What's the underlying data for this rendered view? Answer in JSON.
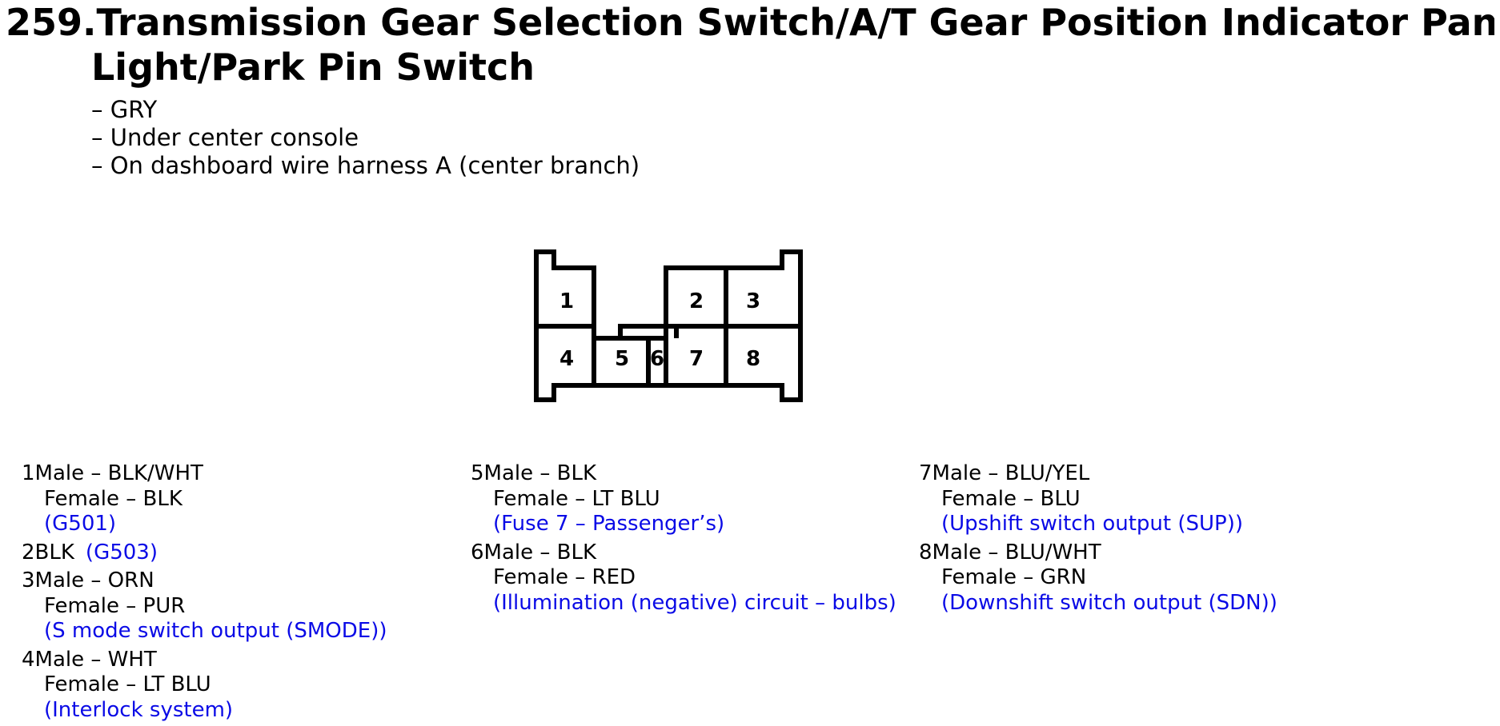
{
  "title": {
    "number": "259.",
    "line1": "Transmission Gear Selection Switch/A/T Gear Position Indicator Panel",
    "line2": "Light/Park Pin Switch"
  },
  "notes": [
    "– GRY",
    "– Under center console",
    "– On dashboard wire harness A (center branch)"
  ],
  "connector": {
    "pin_labels": [
      "1",
      "2",
      "3",
      "4",
      "5",
      "6",
      "7",
      "8"
    ]
  },
  "pins": {
    "p1": {
      "num": "1",
      "male": "Male – BLK/WHT",
      "female": "Female – BLK",
      "circuit": "(G501)"
    },
    "p2": {
      "num": "2",
      "wire": "BLK",
      "circuit": "(G503)"
    },
    "p3": {
      "num": "3",
      "male": "Male – ORN",
      "female": "Female – PUR",
      "circuit": "(S mode switch output (SMODE))"
    },
    "p4": {
      "num": "4",
      "male": "Male – WHT",
      "female": "Female – LT BLU",
      "circuit": "(Interlock system)"
    },
    "p5": {
      "num": "5",
      "male": "Male – BLK",
      "female": "Female – LT BLU",
      "circuit": "(Fuse 7 – Passenger’s)"
    },
    "p6": {
      "num": "6",
      "male": "Male – BLK",
      "female": "Female – RED",
      "circuit": "(Illumination (negative) circuit – bulbs)"
    },
    "p7": {
      "num": "7",
      "male": "Male – BLU/YEL",
      "female": "Female – BLU",
      "circuit": "(Upshift switch output (SUP))"
    },
    "p8": {
      "num": "8",
      "male": "Male – BLU/WHT",
      "female": "Female – GRN",
      "circuit": "(Downshift switch output (SDN))"
    }
  },
  "colors": {
    "circuit_text": "#0a0ae6",
    "text": "#000000"
  }
}
